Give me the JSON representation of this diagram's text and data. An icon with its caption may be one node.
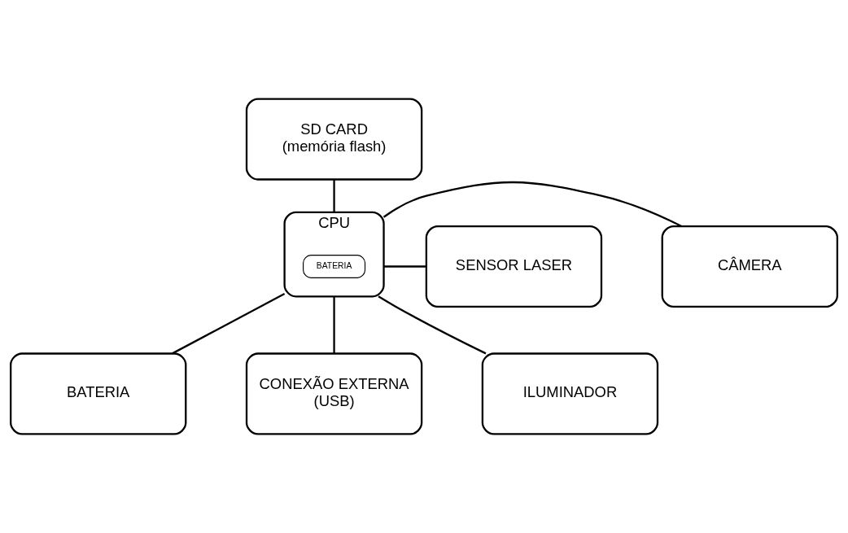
{
  "diagram": {
    "nodes": [
      {
        "text": [
          "SD CARD",
          "(memória flash)"
        ]
      },
      {
        "text": [
          "SENSOR LASER"
        ]
      },
      {
        "text": [
          "CPU"
        ]
      },
      {
        "text": [
          "BATERIA"
        ],
        "in": 2
      },
      {
        "text": [
          "CÂMERA"
        ]
      },
      {
        "text": [
          "BATERIA"
        ]
      },
      {
        "text": [
          "CONEXÃO EXTERNA",
          "(USB)"
        ]
      },
      {
        "text": [
          "ILUMINADOR"
        ]
      }
    ],
    "edges": [
      {
        "from": 0,
        "to": 2,
        "arrow": "none"
      },
      {
        "from": 1,
        "to": 2,
        "arrow": "none"
      },
      {
        "from": 2,
        "to": 4,
        "arrow": "none"
      },
      {
        "from": 2,
        "to": 5,
        "arrow": "none"
      },
      {
        "from": 2,
        "to": 6,
        "arrow": "none"
      },
      {
        "from": 2,
        "to": 7,
        "arrow": "none"
      }
    ]
  }
}
